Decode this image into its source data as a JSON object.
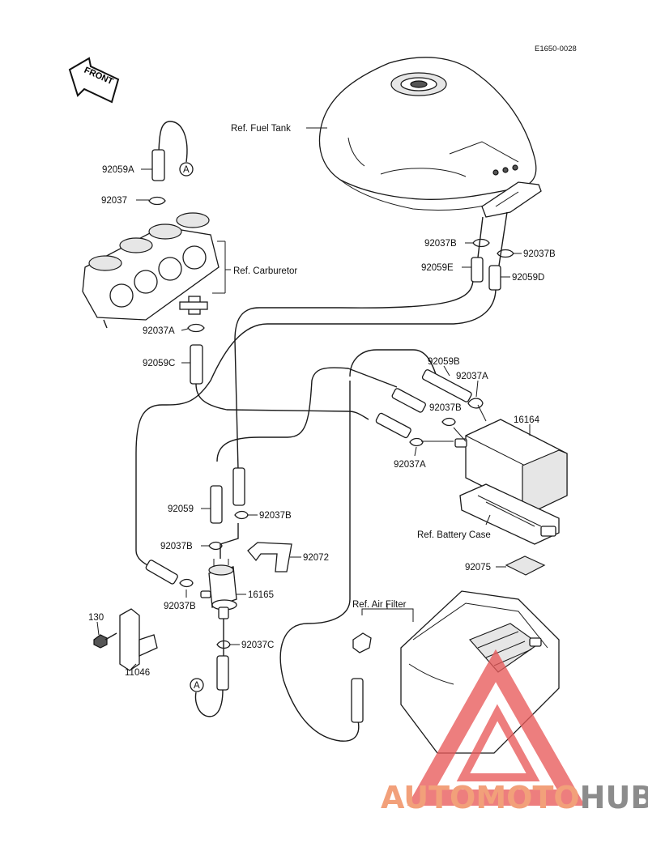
{
  "drawing_code": "E1650-0028",
  "front_label": "FRONT",
  "callout_A": "A",
  "refs": {
    "fuel_tank": "Ref. Fuel Tank",
    "carburetor": "Ref. Carburetor",
    "battery_case": "Ref. Battery Case",
    "air_filter": "Ref. Air Filter"
  },
  "parts": {
    "p92059A": "92059A",
    "p92037": "92037",
    "p92037A_carb": "92037A",
    "p92059C": "92059C",
    "p92037B_tank_left": "92037B",
    "p92037B_tank_right": "92037B",
    "p92059E": "92059E",
    "p92059D": "92059D",
    "p92059B": "92059B",
    "p92037A_top": "92037A",
    "p92037B_mid": "92037B",
    "p16164": "16164",
    "p92037A_bottom": "92037A",
    "p92059": "92059",
    "p92037B_pump_right": "92037B",
    "p92037B_pump_left": "92037B",
    "p92072": "92072",
    "p16165": "16165",
    "p92037B_pump_low": "92037B",
    "p92075": "92075",
    "p130": "130",
    "p11046": "11046",
    "p92037C": "92037C"
  },
  "watermark": {
    "part1": "AUTOMOTO",
    "part2": "HUB",
    "color1": "#f2a07a",
    "color2": "#8c8c8c",
    "triangle_color": "#e85a5a"
  }
}
